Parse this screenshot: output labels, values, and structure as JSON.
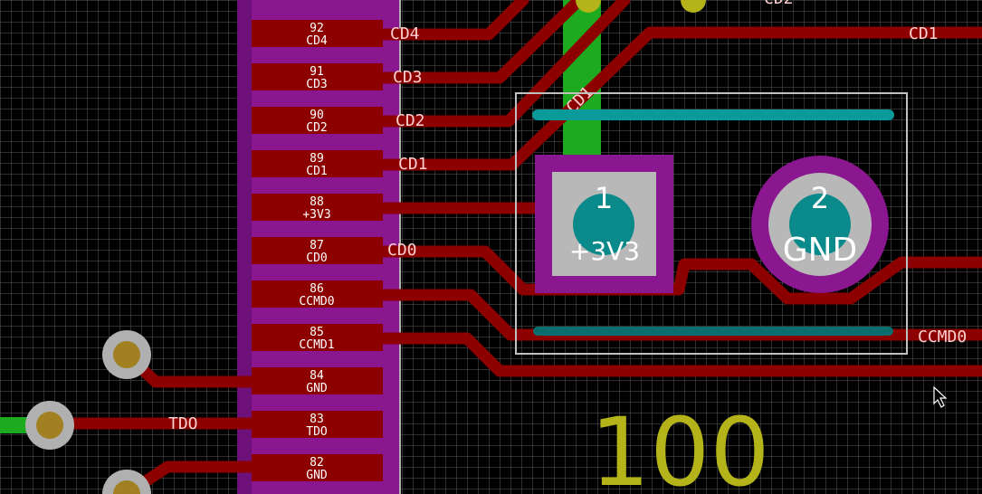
{
  "colors": {
    "background": "#000000",
    "grid": "#5a5a5a",
    "track": "#8c0000",
    "ic_body": "#8a1690",
    "fpc_pad": "#b0b0b0",
    "via_hole": "#a08020",
    "silkscreen": "#c0c0c0",
    "courtyard": "#0a9a9a",
    "pad_drill": "#0a8a8a",
    "reference": "#b4b41a",
    "green_track": "#1eaa1e"
  },
  "ic_pins": [
    {
      "number": "92",
      "name": "CD4"
    },
    {
      "number": "91",
      "name": "CD3"
    },
    {
      "number": "90",
      "name": "CD2"
    },
    {
      "number": "89",
      "name": "CD1"
    },
    {
      "number": "88",
      "name": "+3V3"
    },
    {
      "number": "87",
      "name": "CD0"
    },
    {
      "number": "86",
      "name": "CCMD0"
    },
    {
      "number": "85",
      "name": "CCMD1"
    },
    {
      "number": "84",
      "name": "GND"
    },
    {
      "number": "83",
      "name": "TDO"
    },
    {
      "number": "82",
      "name": "GND"
    }
  ],
  "net_labels": {
    "cd4": "CD4",
    "cd3": "CD3",
    "cd2": "CD2",
    "cd1": "CD1",
    "cd0": "CD0",
    "cd1_top": "CD1",
    "cd1_diag": "CD1",
    "ccmd0": "CCMD0",
    "tdo": "TDO",
    "cd2_top": "CD2"
  },
  "connector": {
    "pad1_number": "1",
    "pad1_net": "+3V3",
    "pad2_number": "2",
    "pad2_net": "GND"
  },
  "reference_value": "100"
}
